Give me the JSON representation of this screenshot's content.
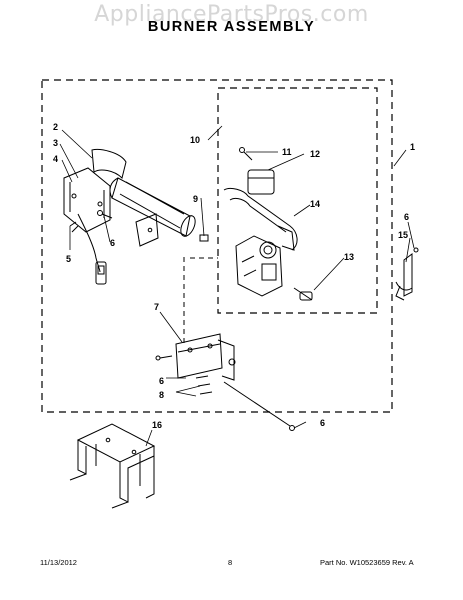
{
  "watermark": "AppliancePartsPros.com",
  "title": "BURNER ASSEMBLY",
  "callouts": {
    "c1": "1",
    "c2": "2",
    "c3": "3",
    "c4": "4",
    "c5": "5",
    "c6a": "6",
    "c6b": "6",
    "c6c": "6",
    "c6d": "6",
    "c7": "7",
    "c8": "8",
    "c9": "9",
    "c10": "10",
    "c11": "11",
    "c12": "12",
    "c13": "13",
    "c14": "14",
    "c15": "15",
    "c16": "16"
  },
  "footer": {
    "date": "11/13/2012",
    "page": "8",
    "part_no": "Part No.  W10523659  Rev.  A"
  }
}
